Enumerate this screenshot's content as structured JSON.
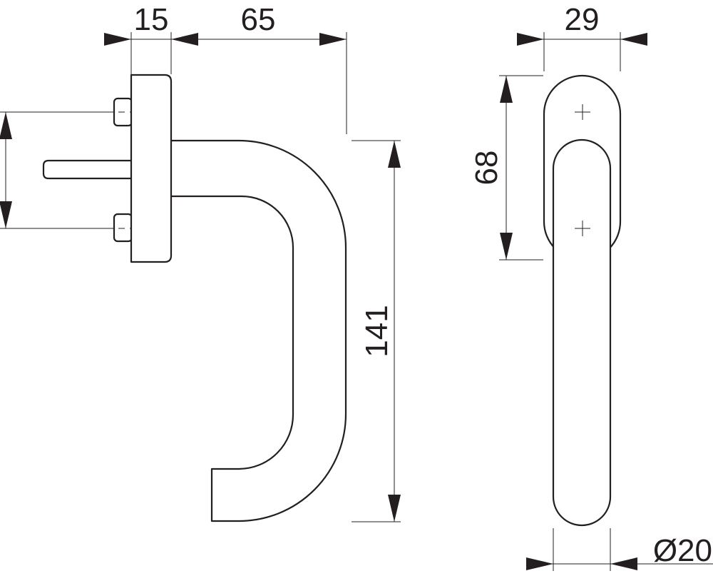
{
  "dimensions": {
    "flange_thickness": "15",
    "handle_projection": "65",
    "rosette_width": "29",
    "handle_length": "141",
    "screw_spacing": "68",
    "grip_diameter": "Ø20"
  }
}
